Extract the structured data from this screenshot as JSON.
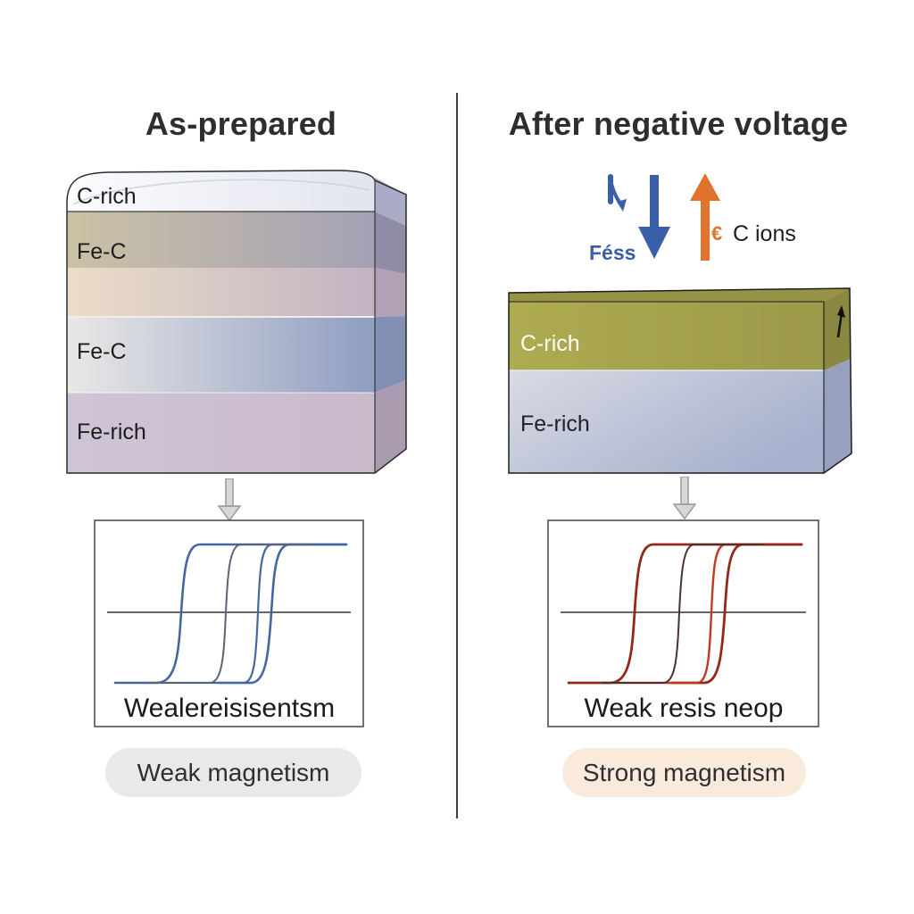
{
  "figure": {
    "background": "#ffffff",
    "divider_color": "#3e3e3e"
  },
  "left_panel": {
    "title": "As-prepared",
    "stack_layers": [
      {
        "label": "C-rich"
      },
      {
        "label": "Fe-C"
      },
      {
        "label": "Fe-C"
      },
      {
        "label": "Fe-rich"
      }
    ],
    "connector_arrow": {
      "direction": "down"
    },
    "plot": {
      "type": "hysteresis-loop",
      "caption": "Wealereisisentsm",
      "loop_color": "#44679f",
      "inner_loop_color": "#5a6474"
    },
    "badge": {
      "label": "Weak magnetism",
      "bg_color": "#e9e9ea"
    }
  },
  "right_panel": {
    "title": "After negative voltage",
    "ion_exchange": {
      "fe_ions_label": "Féss",
      "electron_symbol": "€",
      "c_ions_label": "C ions",
      "down_arrow_color": "#3a5fa8",
      "up_arrow_color": "#e0742d"
    },
    "stack_layers": [
      {
        "label": "C-rich"
      },
      {
        "label": "Fe-rich"
      }
    ],
    "connector_arrow": {
      "direction": "down"
    },
    "plot": {
      "type": "hysteresis-loop",
      "caption": "Weak resis neop",
      "loop_color": "#93291b",
      "inner_dark_color": "#473230",
      "inner_bright_color": "#c03a22"
    },
    "badge": {
      "label": "Strong magnetism",
      "bg_color": "#faeadc"
    }
  }
}
